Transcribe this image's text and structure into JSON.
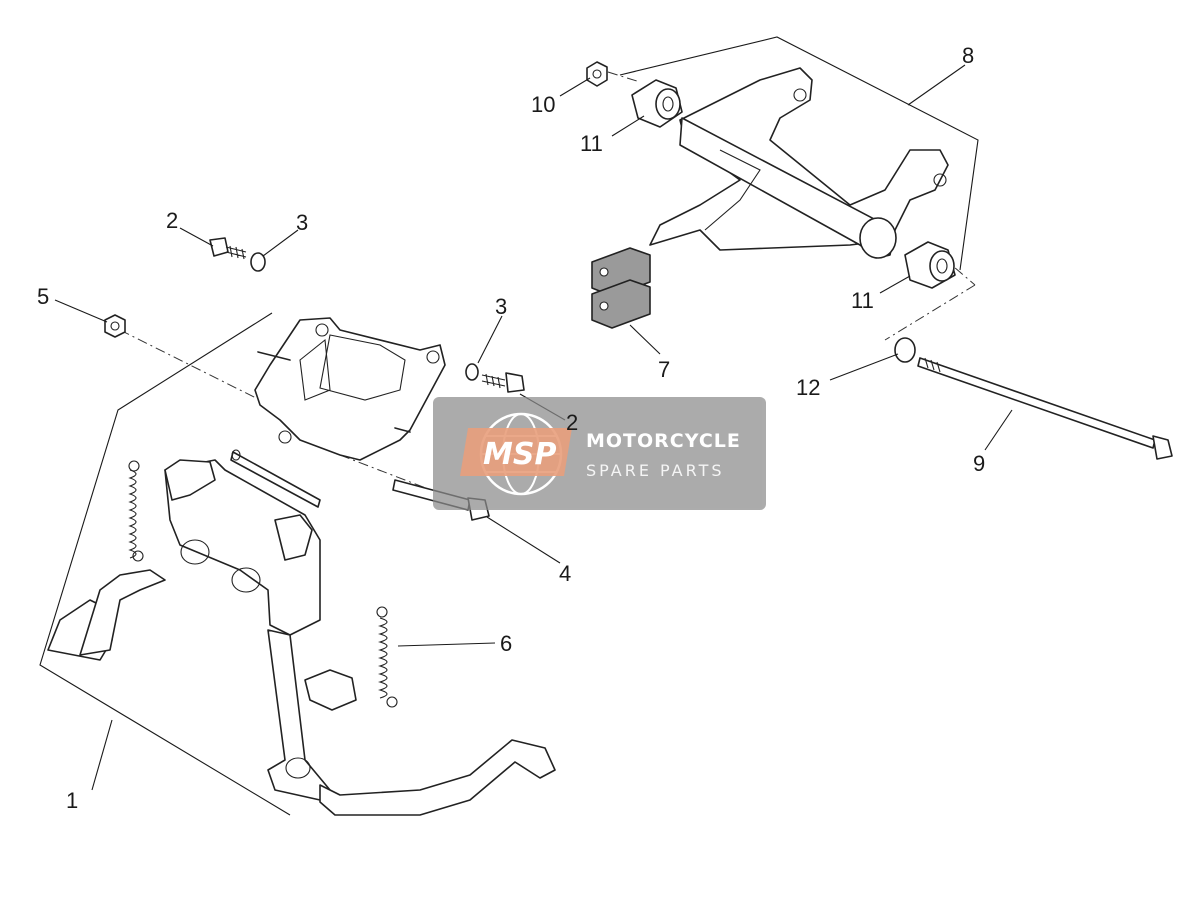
{
  "callouts": [
    {
      "id": "c1",
      "text": "1"
    },
    {
      "id": "c2a",
      "text": "2"
    },
    {
      "id": "c2b",
      "text": "2"
    },
    {
      "id": "c3a",
      "text": "3"
    },
    {
      "id": "c3b",
      "text": "3"
    },
    {
      "id": "c4",
      "text": "4"
    },
    {
      "id": "c5",
      "text": "5"
    },
    {
      "id": "c6",
      "text": "6"
    },
    {
      "id": "c7",
      "text": "7"
    },
    {
      "id": "c8",
      "text": "8"
    },
    {
      "id": "c9",
      "text": "9"
    },
    {
      "id": "c10",
      "text": "10"
    },
    {
      "id": "c11a",
      "text": "11"
    },
    {
      "id": "c11b",
      "text": "11"
    },
    {
      "id": "c12",
      "text": "12"
    }
  ],
  "watermark": {
    "logo": "MSP",
    "line1": "MOTORCYCLE",
    "line2": "SPARE PARTS",
    "bg_color": "#8c8c8c",
    "logo_color": "#e07a4a"
  }
}
